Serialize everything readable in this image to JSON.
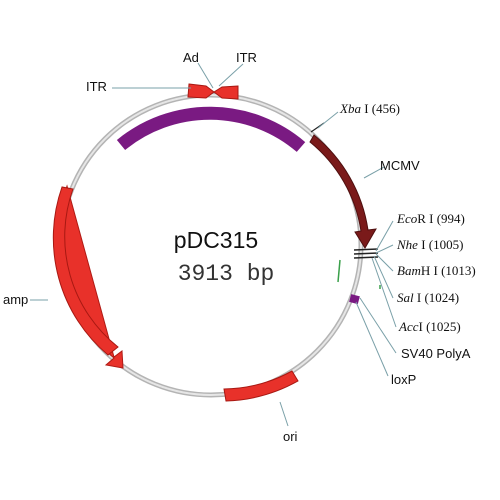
{
  "plasmid": {
    "name": "pDC315",
    "size": "3913 bp"
  },
  "colors": {
    "backbone": "#b8b8b8",
    "red_feature": "#e8312a",
    "purple_feature": "#7a1a82",
    "mcmv": "#7a1a1a",
    "leader": "#7aa0a8"
  },
  "features": {
    "itr_left": "ITR",
    "itr_right": "ITR",
    "ad": "Ad",
    "mcmv": "MCMV",
    "amp": "amp",
    "ori": "ori",
    "sv40": "SV40 PolyA",
    "loxp": "loxP"
  },
  "sites": {
    "xba": {
      "enzyme_italic": "Xba",
      "enzyme_rest": " I",
      "position": " (456)"
    },
    "eco": {
      "enzyme_italic": "Eco",
      "enzyme_rest": "R I",
      "position": " (994)"
    },
    "nhe": {
      "enzyme_italic": "Nhe",
      "enzyme_rest": " I",
      "position": " (1005)"
    },
    "bam": {
      "enzyme_italic": "Bam",
      "enzyme_rest": "H I",
      "position": " (1013)"
    },
    "sal": {
      "enzyme_italic": "Sal",
      "enzyme_rest": " I",
      "position": " (1024)"
    },
    "acc": {
      "enzyme_italic": "Acc",
      "enzyme_rest": "I",
      "position": " (1025)"
    }
  }
}
